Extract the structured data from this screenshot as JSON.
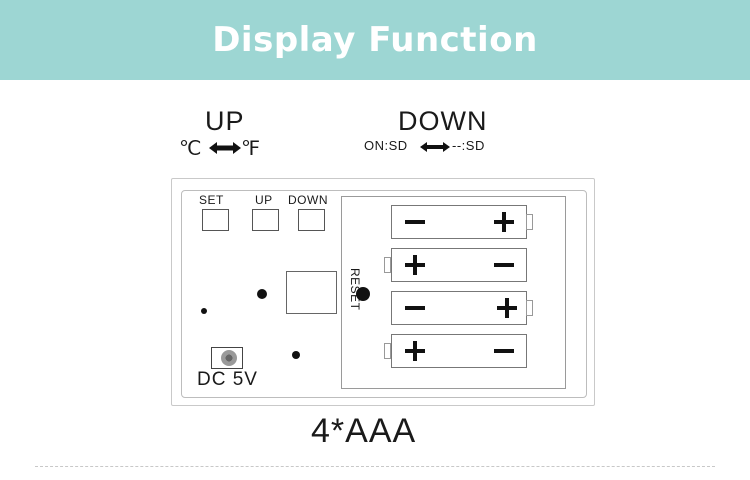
{
  "header": {
    "title": "Display Function"
  },
  "labels": {
    "up_title": "UP",
    "unit_c": "℃",
    "unit_f": "℉",
    "down_title": "DOWN",
    "on_sd": "ON:SD",
    "off_sd": "--:SD",
    "set": "SET",
    "up": "UP",
    "down": "DOWN",
    "reset": "RESET",
    "dc": "DC 5V",
    "battery_spec": "4*AAA"
  },
  "colors": {
    "header_bg": "#9dd6d3",
    "header_text": "#ffffff"
  }
}
